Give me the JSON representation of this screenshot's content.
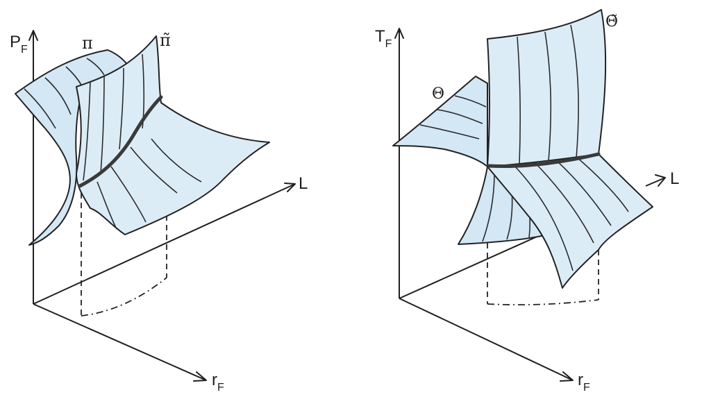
{
  "left_panel": {
    "vertical_axis": {
      "main": "P",
      "sub": "F"
    },
    "depth_axis": "L",
    "horizontal_axis": {
      "main": "r",
      "sub": "F"
    },
    "surface_labels": [
      "π",
      "π̃"
    ]
  },
  "right_panel": {
    "vertical_axis": {
      "main": "T",
      "sub": "F"
    },
    "depth_axis": "L",
    "horizontal_axis": {
      "main": "r",
      "sub": "F"
    },
    "surface_labels": [
      "Θ",
      "Θ̃"
    ]
  }
}
